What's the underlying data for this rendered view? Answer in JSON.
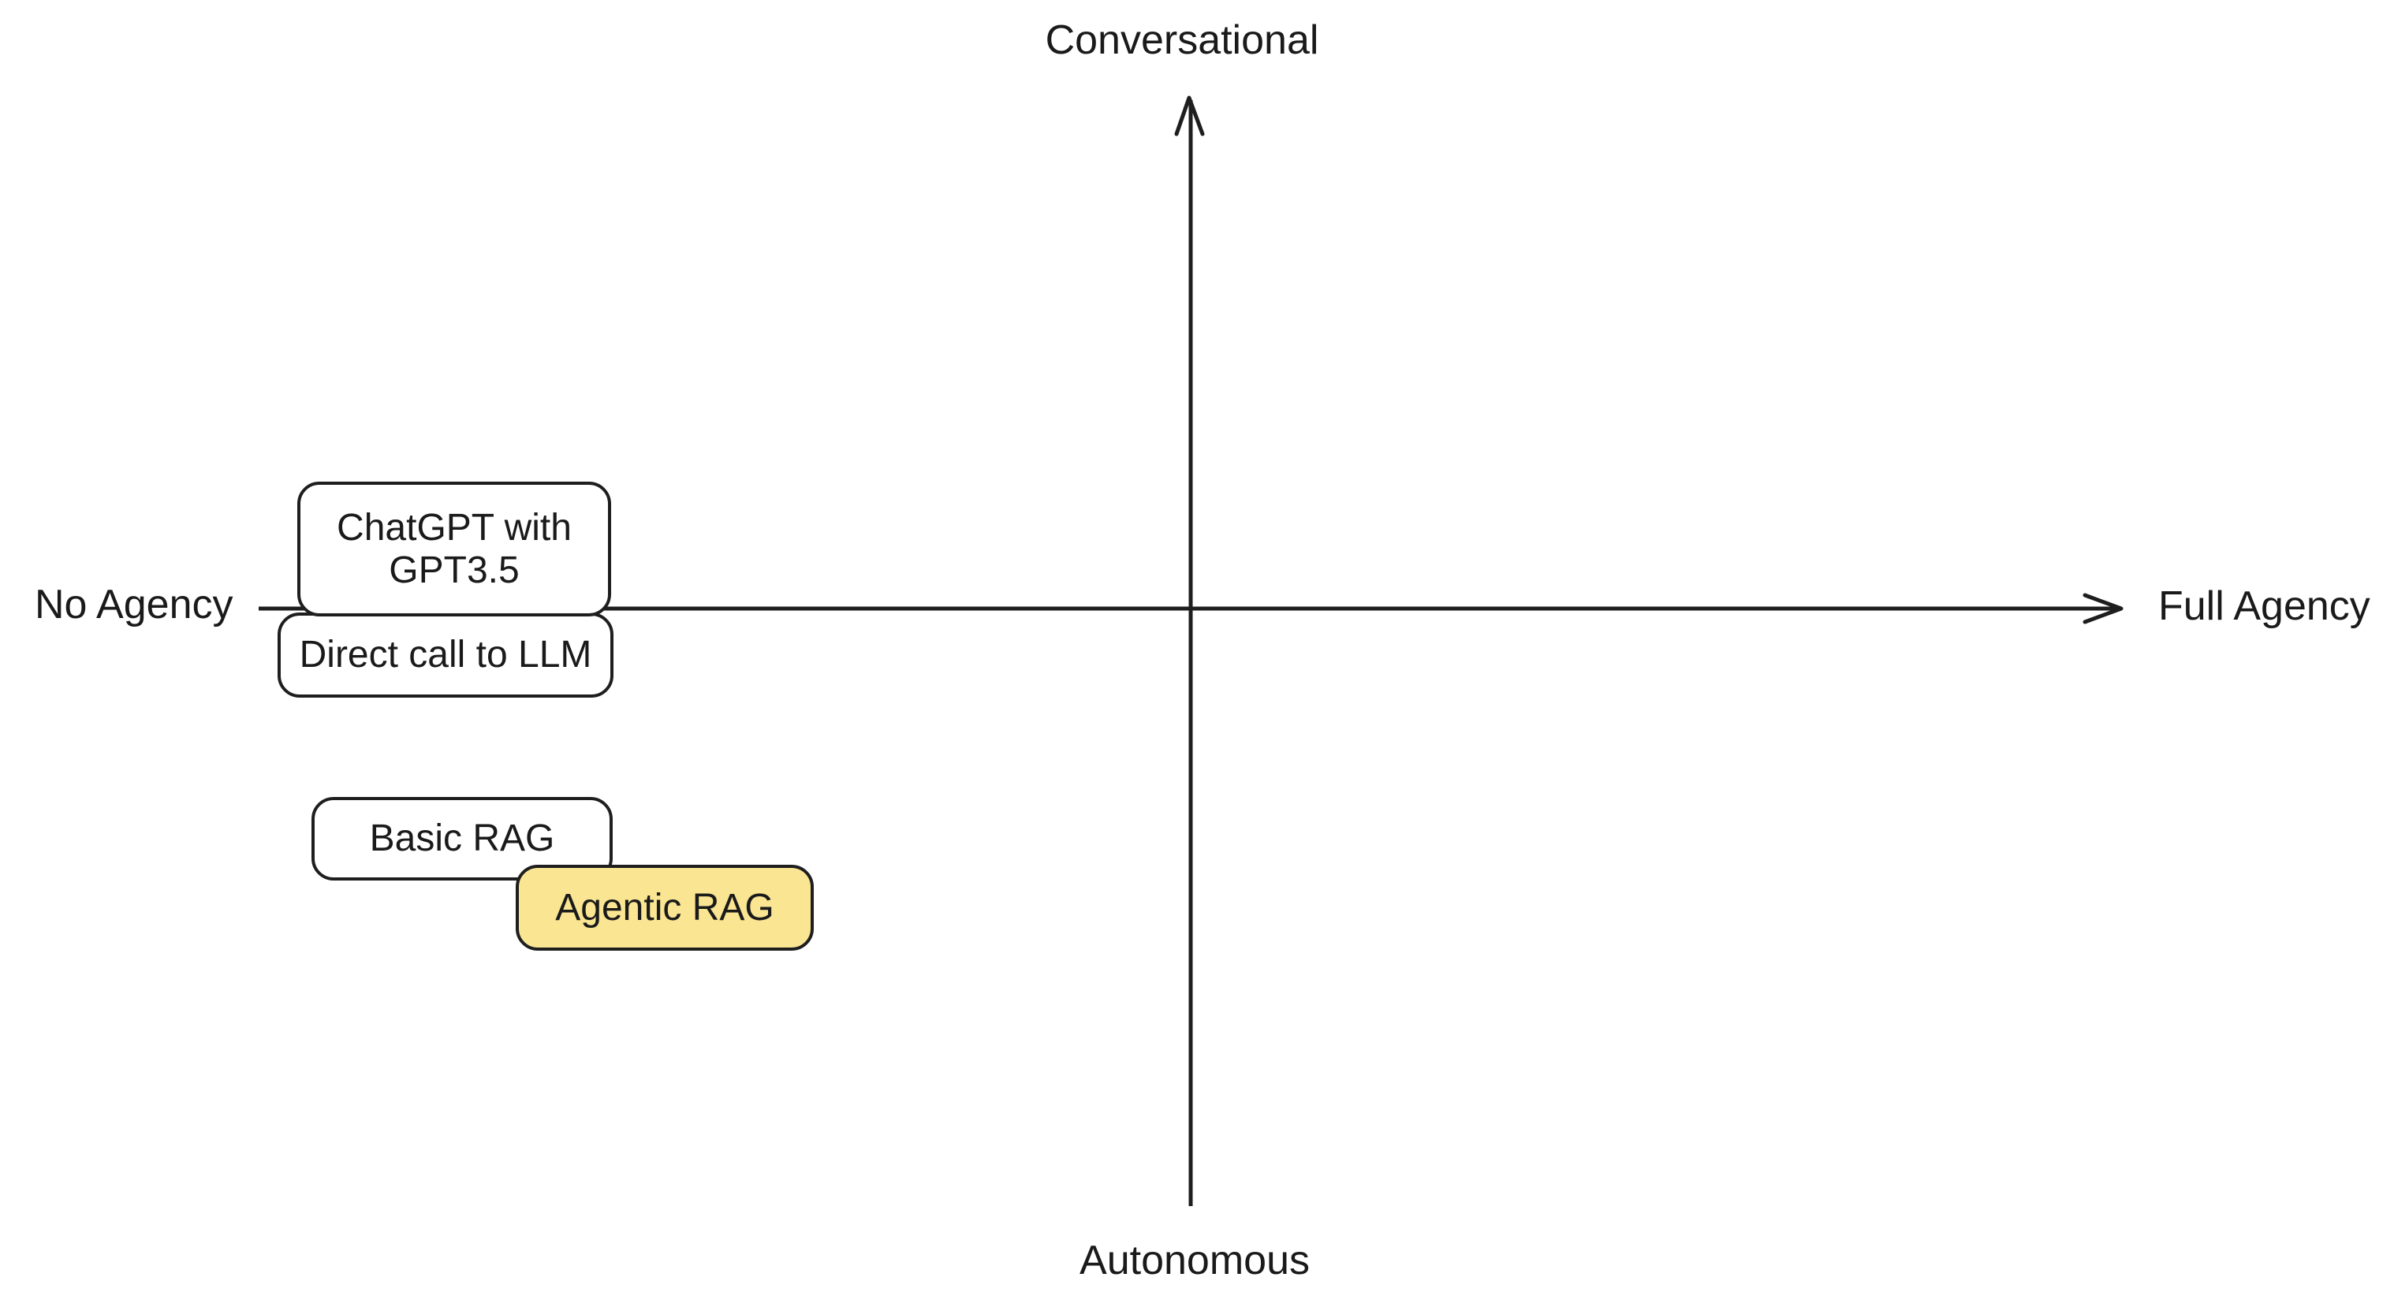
{
  "diagram": {
    "type": "quadrant-axes-diagram",
    "colors": {
      "background": "#ffffff",
      "axis_stroke": "#1e1e1e",
      "node_border": "#1e1e1e",
      "node_fill": "#ffffff",
      "accent_node_fill": "#f9e592",
      "text": "#1a1a1a"
    },
    "axis_labels": {
      "top": "Conversational",
      "bottom": "Autonomous",
      "left": "No Agency",
      "right": "Full Agency"
    },
    "nodes": {
      "chatgpt": {
        "line1": "ChatGPT with",
        "line2": "GPT3.5",
        "fill": "#ffffff"
      },
      "direct": {
        "label": "Direct call to LLM",
        "fill": "#ffffff"
      },
      "basic": {
        "label": "Basic RAG",
        "fill": "#ffffff"
      },
      "agentic": {
        "label": "Agentic RAG",
        "fill": "#f9e592"
      }
    }
  }
}
